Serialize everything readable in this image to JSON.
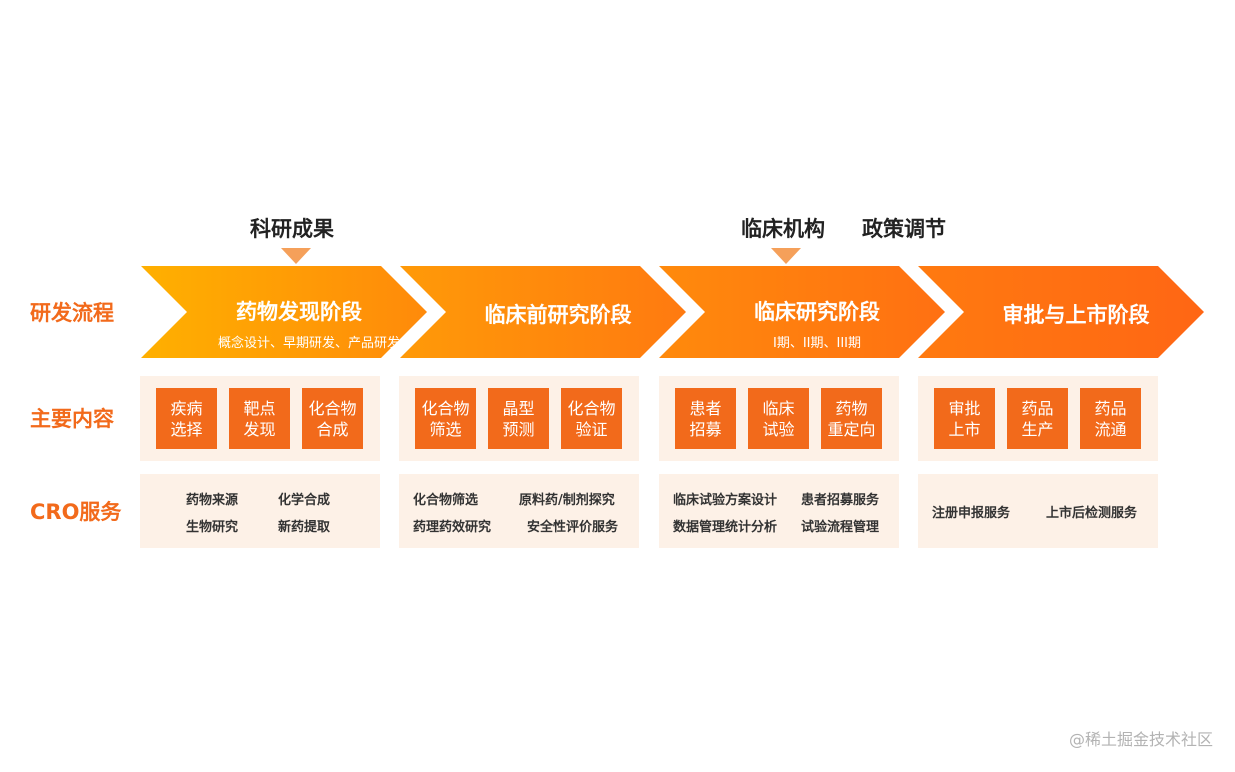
{
  "colors": {
    "accent": "#f26a1b",
    "accent_light": "#fdf1e7",
    "gradient_start": "#ffb000",
    "gradient_end": "#ff6a14",
    "arrow": "#f5a05a"
  },
  "top_labels": [
    "科研成果",
    "临床机构",
    "政策调节"
  ],
  "row_labels": {
    "process": "研发流程",
    "content": "主要内容",
    "cro": "CRO服务"
  },
  "stages": [
    {
      "title": "药物发现阶段",
      "subtitle": "概念设计、早期研发、产品研发"
    },
    {
      "title": "临床前研究阶段",
      "subtitle": ""
    },
    {
      "title": "临床研究阶段",
      "subtitle": "I期、II期、III期"
    },
    {
      "title": "审批与上市阶段",
      "subtitle": ""
    }
  ],
  "main_content": [
    [
      {
        "line1": "疾病",
        "line2": "选择"
      },
      {
        "line1": "靶点",
        "line2": "发现"
      },
      {
        "line1": "化合物",
        "line2": "合成"
      }
    ],
    [
      {
        "line1": "化合物",
        "line2": "筛选"
      },
      {
        "line1": "晶型",
        "line2": "预测"
      },
      {
        "line1": "化合物",
        "line2": "验证"
      }
    ],
    [
      {
        "line1": "患者",
        "line2": "招募"
      },
      {
        "line1": "临床",
        "line2": "试验"
      },
      {
        "line1": "药物",
        "line2": "重定向"
      }
    ],
    [
      {
        "line1": "审批",
        "line2": "上市"
      },
      {
        "line1": "药品",
        "line2": "生产"
      },
      {
        "line1": "药品",
        "line2": "流通"
      }
    ]
  ],
  "cro_services": [
    [
      "药物来源",
      "化学合成",
      "生物研究",
      "新药提取"
    ],
    [
      "化合物筛选",
      "原料药/制剂探究",
      "药理药效研究",
      "安全性评价服务"
    ],
    [
      "临床试验方案设计",
      "患者招募服务",
      "数据管理统计分析",
      "试验流程管理"
    ],
    [
      "注册申报服务",
      "上市后检测服务"
    ]
  ],
  "watermark": "@稀土掘金技术社区"
}
